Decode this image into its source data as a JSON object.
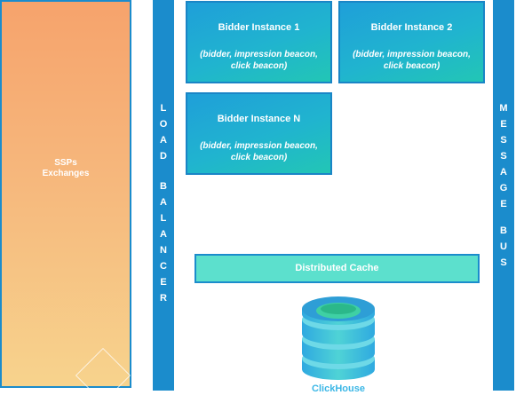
{
  "ssp": {
    "line1": "SSPs",
    "line2": "Exchanges"
  },
  "load_balancer": {
    "letters": [
      "L",
      "O",
      "A",
      "D",
      "",
      "B",
      "A",
      "L",
      "A",
      "N",
      "C",
      "E",
      "R"
    ]
  },
  "message_bus": {
    "letters": [
      "M",
      "E",
      "S",
      "S",
      "A",
      "G",
      "E",
      "",
      "B",
      "U",
      "S"
    ]
  },
  "bidders": [
    {
      "title": "Bidder Instance 1",
      "sub1": "(bidder, impression beacon,",
      "sub2": "click beacon)"
    },
    {
      "title": "Bidder Instance 2",
      "sub1": "(bidder, impression beacon,",
      "sub2": "click beacon)"
    },
    {
      "title": "Bidder Instance N",
      "sub1": "(bidder, impression beacon,",
      "sub2": "click beacon)"
    }
  ],
  "cache": {
    "label": "Distributed Cache"
  },
  "database": {
    "label": "ClickHouse",
    "icon": "database-icon"
  },
  "colors": {
    "bar": "#1b8ccc",
    "ssp_top": "#f6a36c",
    "ssp_bottom": "#f7d38d",
    "bidder_start": "#1f9fd9",
    "bidder_end": "#22c6b5",
    "cache": "#5ce0cd",
    "clickhouse_text": "#3bb7e6"
  }
}
